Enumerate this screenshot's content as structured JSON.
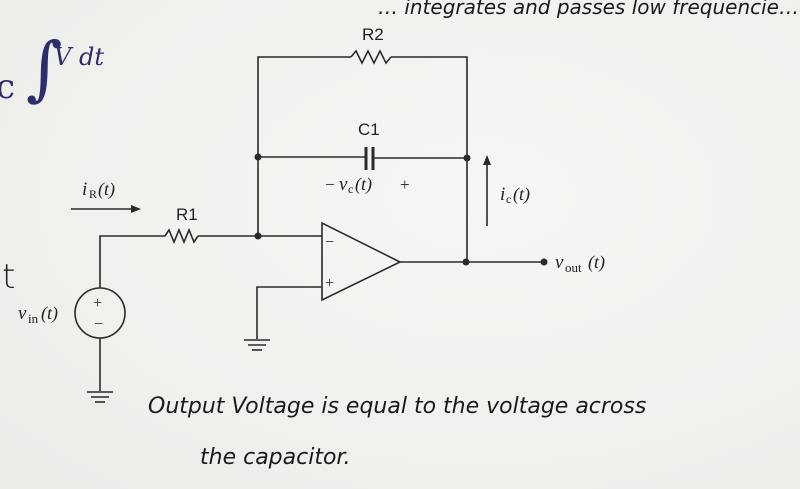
{
  "diagram": {
    "title": "Op-amp integrator circuit",
    "components": {
      "r2": "R2",
      "c1": "C1",
      "r1": "R1"
    },
    "labels": {
      "capacitor_voltage_minus": "−",
      "capacitor_voltage_main": "v",
      "capacitor_voltage_sub": "c",
      "capacitor_voltage_arg": "(t)",
      "capacitor_voltage_plus": "+",
      "ic_main": "i",
      "ic_sub": "c",
      "ic_arg": "(t)",
      "ir_main": "i",
      "ir_sub": "R",
      "ir_arg": "(t)",
      "vin_main": "v",
      "vin_sub": "in",
      "vin_arg": "(t)",
      "vout_main": "v",
      "vout_sub": "out",
      "vout_arg": "(t)",
      "opamp_inverting": "−",
      "opamp_noninverting": "+",
      "source_plus": "+",
      "source_minus": "−"
    },
    "handwritten_notes": {
      "top_left_formula_integral": "∫",
      "top_left_formula_body": "V dt",
      "top_left_fragment": "c",
      "top_right_note": "… integrates and passes low frequencie…",
      "left_fragment": "t",
      "bottom_line1": "Output Voltage is equal to the voltage across",
      "bottom_line2": "the capacitor."
    }
  }
}
